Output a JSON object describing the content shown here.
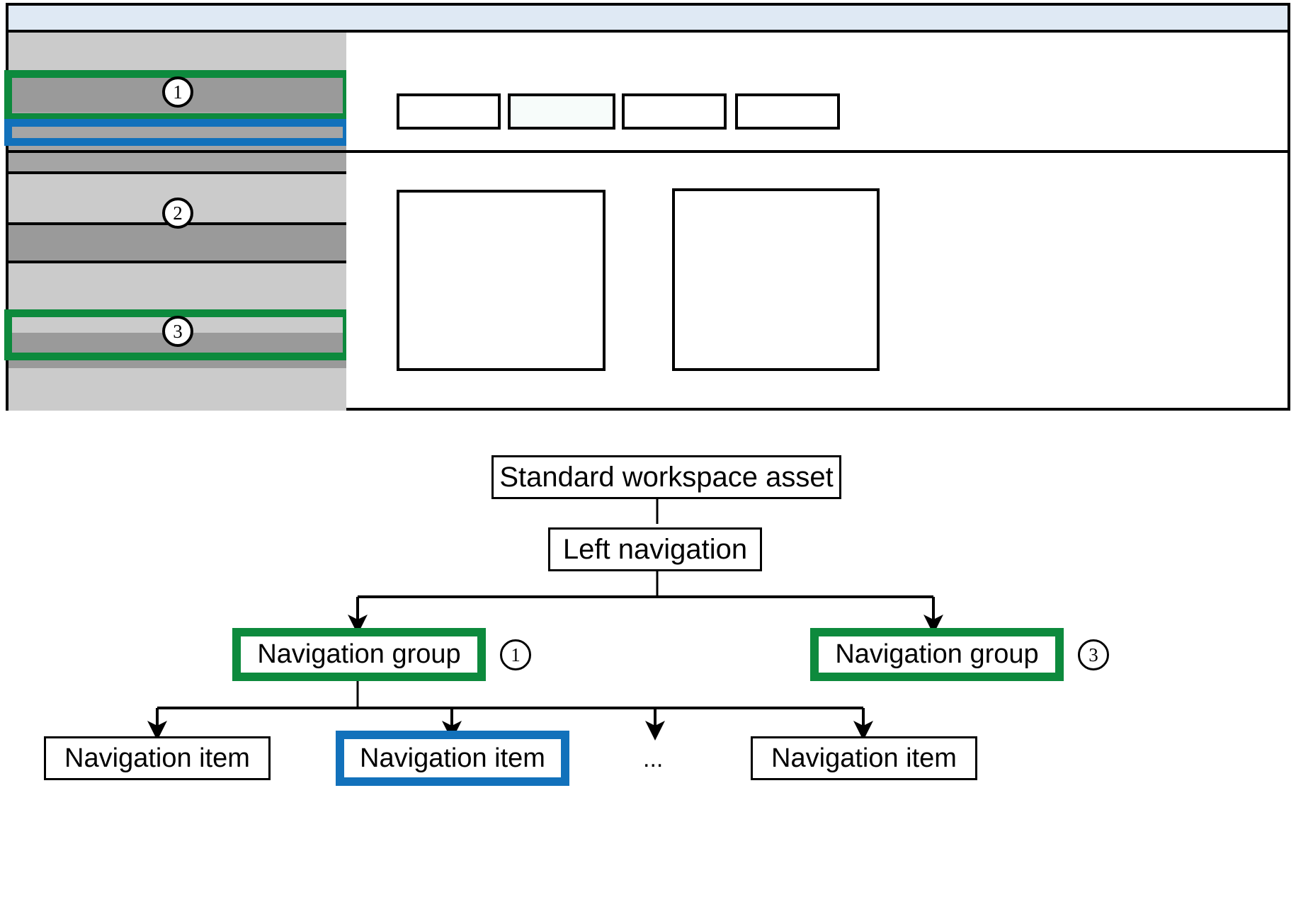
{
  "wireframe": {
    "title_bar": {
      "label": ""
    },
    "sidebar": {
      "rows": [
        {
          "id": "group-header-a",
          "tone": "light",
          "label": ""
        },
        {
          "id": "nav-group-1",
          "tone": "dark",
          "label": "",
          "callout": "1"
        },
        {
          "id": "nav-item-a",
          "tone": "mid",
          "label": ""
        },
        {
          "id": "nav-item-selected",
          "tone": "mid",
          "label": "",
          "callout": "blue"
        },
        {
          "id": "nav-item-b",
          "tone": "mid",
          "label": ""
        },
        {
          "id": "nav-item-c",
          "tone": "mid",
          "label": ""
        },
        {
          "id": "group-body-a",
          "tone": "light",
          "label": ""
        },
        {
          "id": "nav-group-2",
          "tone": "dark",
          "label": "",
          "callout": "2"
        },
        {
          "id": "group-body-b",
          "tone": "light",
          "label": ""
        },
        {
          "id": "nav-group-3",
          "tone": "dark",
          "label": "",
          "callout": "3"
        },
        {
          "id": "group-body-c",
          "tone": "light",
          "label": ""
        }
      ]
    },
    "command_bar": {
      "buttons": [
        {
          "id": "cmd-1",
          "label": "",
          "tinted": false
        },
        {
          "id": "cmd-2",
          "label": "",
          "tinted": true
        },
        {
          "id": "cmd-3",
          "label": "",
          "tinted": false
        },
        {
          "id": "cmd-4",
          "label": "",
          "tinted": false
        }
      ]
    },
    "main_panels": [
      {
        "id": "panel-left",
        "label": ""
      },
      {
        "id": "panel-right",
        "label": ""
      }
    ],
    "callouts": [
      {
        "number": "1",
        "target": "nav-group-1"
      },
      {
        "number": "2",
        "target": "nav-group-2"
      },
      {
        "number": "3",
        "target": "nav-group-3"
      }
    ]
  },
  "diagram": {
    "nodes": {
      "root": {
        "label": "Standard workspace asset"
      },
      "left_nav": {
        "label": "Left navigation"
      },
      "group_1": {
        "label": "Navigation group",
        "callout": "1",
        "highlight": "green"
      },
      "group_3": {
        "label": "Navigation group",
        "callout": "3",
        "highlight": "green"
      },
      "item_1": {
        "label": "Navigation item",
        "highlight": "none"
      },
      "item_2": {
        "label": "Navigation item",
        "highlight": "blue"
      },
      "item_ellipsis": {
        "label": "..."
      },
      "item_4": {
        "label": "Navigation item",
        "highlight": "none"
      }
    }
  },
  "colors": {
    "highlight_green": "#0d8a3d",
    "highlight_blue": "#1271bb",
    "title_bar": "#dfe9f4",
    "sidebar_light": "#cbcbcb",
    "sidebar_dark": "#9a9a9a",
    "sidebar_mid": "#a5a5a5",
    "outline": "#000000",
    "tinted_button": "#f7fcfa"
  }
}
